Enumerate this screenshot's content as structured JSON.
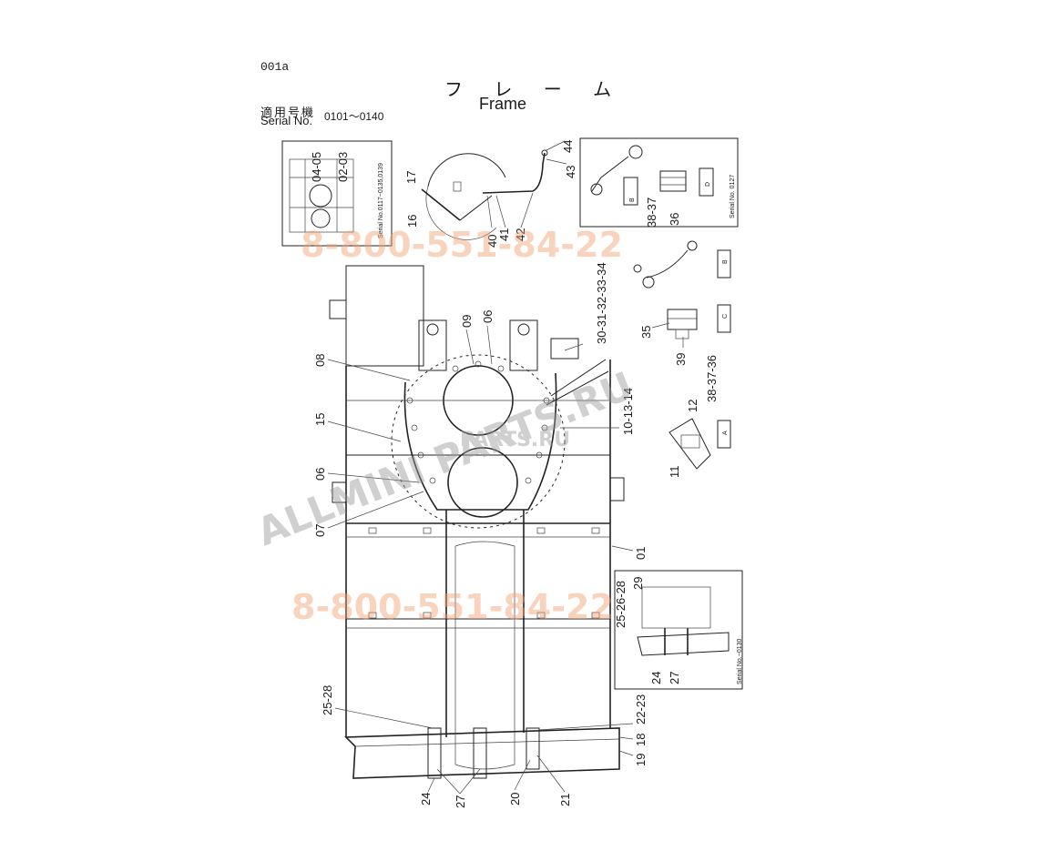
{
  "page_id": "001a",
  "title_jp": "フ レ ー ム",
  "title_en": "Frame",
  "serial_label_jp": "適用号機",
  "serial_label_en": "Serial No.",
  "serial_range": "0101～0140",
  "insets": {
    "top_left": {
      "labels": [
        "04-05",
        "02-03"
      ],
      "note": "Serial No.0117~0135,0139"
    },
    "top_right": {
      "note": "Serial No. 0127",
      "view_b": "B",
      "view_d": "D"
    },
    "bottom_right": {
      "note": "Serial No.~0130",
      "labels": [
        "25-26-28",
        "29",
        "24",
        "27"
      ]
    }
  },
  "views": {
    "a": "A",
    "b": "B",
    "c": "C",
    "d": "D"
  },
  "callouts": {
    "c17": "17",
    "c16": "16",
    "c40": "40",
    "c41": "41",
    "c42": "42",
    "c43": "43",
    "c44": "44",
    "c36": "36",
    "c38_37": "38-37",
    "c30_34": "30-31-32-33-34",
    "c09": "09",
    "c06a": "06",
    "c08": "08",
    "c15": "15",
    "c06b": "06",
    "c07": "07",
    "c35": "35",
    "c39": "39",
    "c38_37_36": "38-37-36",
    "c10_13_14": "10-13-14",
    "c12": "12",
    "c11": "11",
    "c01": "01",
    "c25_28": "25-28",
    "c22_23": "22-23",
    "c18": "18",
    "c19": "19",
    "c24": "24",
    "c27": "27",
    "c20": "20",
    "c21": "21"
  },
  "watermarks": {
    "phone": "8-800-551-84-22",
    "site": "ALLMINI PARTS.RU",
    "small": "PARTS.RU"
  }
}
